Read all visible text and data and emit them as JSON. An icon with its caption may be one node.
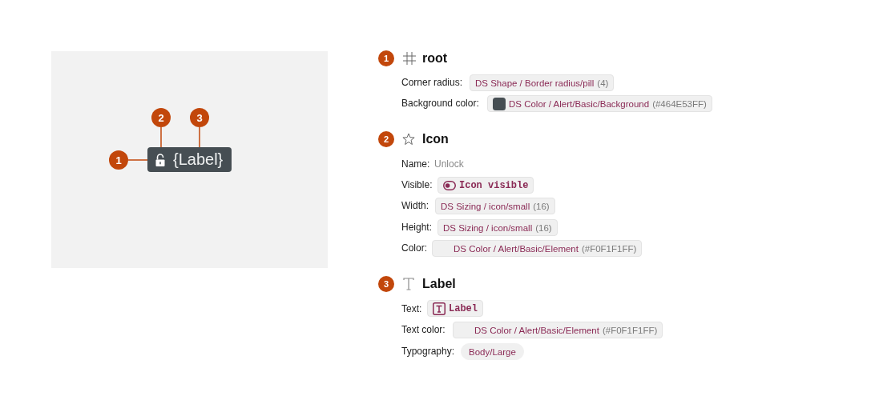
{
  "diagram": {
    "nodes": [
      {
        "text": [
          "2"
        ]
      },
      {
        "text": [
          "3"
        ]
      },
      {
        "text": [
          "1"
        ]
      },
      {
        "text": [],
        "shape": "box"
      },
      {
        "text": [],
        "shape": "picture",
        "in": 3
      },
      {
        "text": [
          "{Label}"
        ],
        "in": 3
      },
      {
        "text": [
          "1"
        ]
      },
      {
        "text": [
          "DS Shape / Border radius/pill",
          "(4)"
        ]
      },
      {
        "text": [
          "DS Color / Alert/Basic/Background",
          "(#464E53FF)"
        ]
      },
      {
        "text": [
          "2"
        ]
      },
      {
        "text": [
          "Icon visible"
        ]
      },
      {
        "text": [
          "DS Sizing / icon/small",
          "(16)"
        ]
      },
      {
        "text": [
          "DS Sizing / icon/small",
          "(16)"
        ]
      },
      {
        "text": [
          "DS Color / Alert/Basic/Element",
          "(#F0F1F1FF)"
        ]
      },
      {
        "text": [
          "3"
        ]
      },
      {
        "text": [
          "Label"
        ]
      },
      {
        "text": [
          "DS Color / Alert/Basic/Element",
          "(#F0F1F1FF)"
        ]
      },
      {
        "text": [
          "Body/Large"
        ]
      }
    ],
    "edges": [
      {
        "from": 2,
        "to": 3,
        "arrow": "none"
      },
      {
        "from": 0,
        "to": 4,
        "arrow": "none"
      },
      {
        "from": 1,
        "to": 5,
        "arrow": "none"
      }
    ],
    "labels": [
      "root",
      "Corner radius:",
      "Background color:",
      "Icon",
      "Name:",
      "Unlock",
      "Visible:",
      "Width:",
      "Height:",
      "Color:",
      "Label",
      "Text:",
      "Text color:",
      "Typography:"
    ]
  }
}
